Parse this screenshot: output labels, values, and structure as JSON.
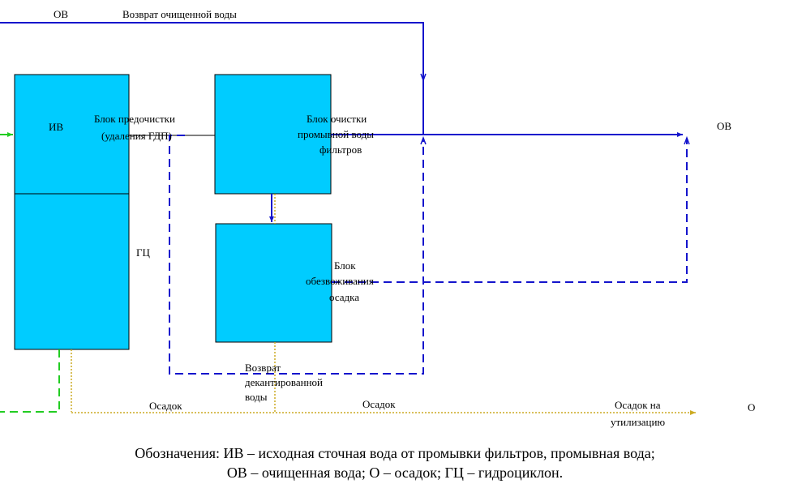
{
  "labels": {
    "ov_top": "ОВ",
    "return_clean": "Возврат очищенной воды",
    "iv": "ИВ",
    "gc": "ГЦ",
    "prefilter_1": "Блок предочистки",
    "prefilter_2": "(удаления ГДП)",
    "wash_1": "Блок очистки",
    "wash_2": "промывной воды",
    "wash_3": "фильтров",
    "ov_right": "ОВ",
    "dewater_1": "Блок",
    "dewater_2": "обезвоживания",
    "dewater_3": "осадка",
    "decant_1": "Возврат",
    "decant_2": "декантированной",
    "decant_3": "воды",
    "sludge_1": "Осадок",
    "sludge_2": "Осадок",
    "sludge_util_1": "Осадок на",
    "sludge_util_2": "утилизацию",
    "o_right": "О"
  },
  "caption": {
    "line1": "Обозначения: ИВ – исходная сточная вода от промывки фильтров, промывная вода;",
    "line2": "ОВ – очищенная вода; О – осадок; ГЦ – гидроциклон."
  },
  "colors": {
    "block_fill": "#00ccff",
    "block_stroke": "#000000",
    "clean_water": "#1414cc",
    "sludge": "#ccaa22",
    "inflow": "#22cc22"
  }
}
